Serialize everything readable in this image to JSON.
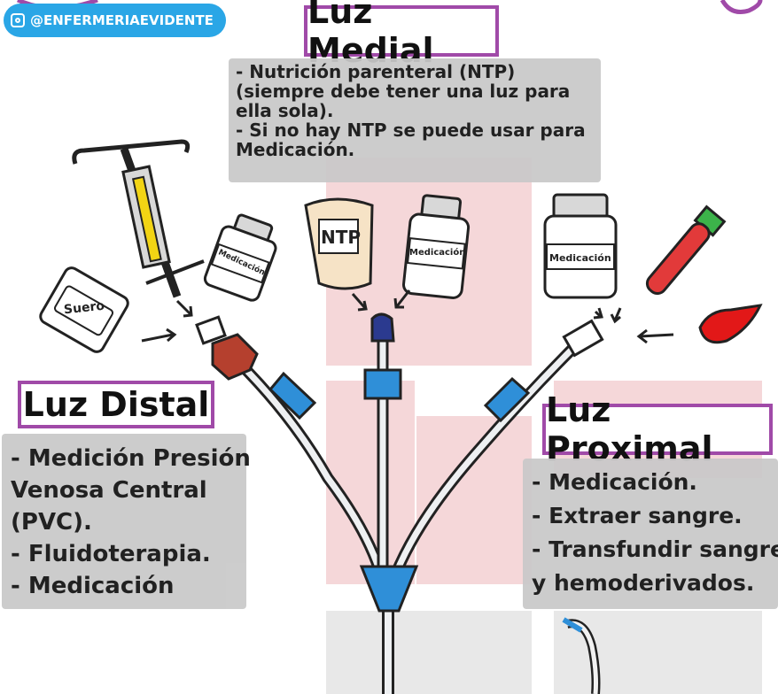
{
  "handle": "@ENFERMERIAEVIDENTE",
  "luz_medial": {
    "title": "Luz Medial",
    "lines": [
      "- Nutrición parenteral (NTP)",
      "(siempre debe tener una luz para",
      "ella sola).",
      "- Si no hay NTP se puede usar para",
      "Medicación."
    ]
  },
  "luz_distal": {
    "title": "Luz Distal",
    "lines": [
      "- Medición Presión",
      "Venosa Central",
      "(PVC).",
      "- Fluidoterapia.",
      "- Medicación"
    ]
  },
  "luz_proximal": {
    "title": "Luz Proximal",
    "lines": [
      "- Medicación.",
      "- Extraer sangre.",
      "- Transfundir sangre",
      "y hemoderivados."
    ]
  },
  "labels": {
    "suero": "Suero",
    "ntp": "NTP",
    "medicacion_distal": "Medicación",
    "medicacion_medial": "Medicación",
    "medicacion_proximal": "Medicación"
  },
  "colors": {
    "accent_purple": "#a04aa8",
    "catheter_blue": "#2f8fd8",
    "distal_red": "#b5402e",
    "medial_navy": "#2b3a8f",
    "tube_red": "#e23a3a",
    "watermark_pink": "#f2c9cc"
  },
  "icons": [
    "iv-pole-icon",
    "suero-bag-icon",
    "ntp-bag-icon",
    "medication-vial-icon",
    "blood-tube-icon",
    "blood-drop-icon",
    "catheter-icon"
  ]
}
